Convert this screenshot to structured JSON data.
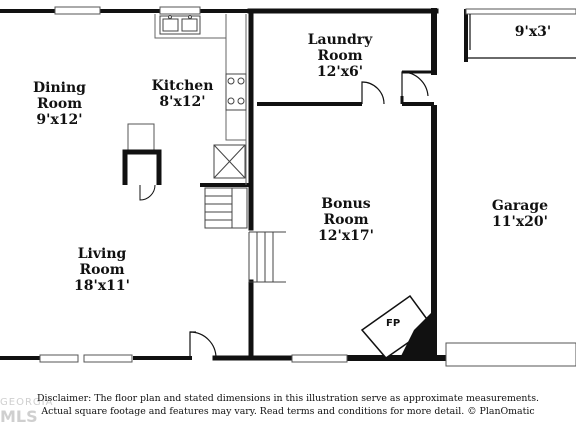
{
  "rooms": {
    "dining": {
      "name_line1": "Dining",
      "name_line2": "Room",
      "dims": "9'x12'"
    },
    "kitchen": {
      "name_line1": "Kitchen",
      "dims": "8'x12'"
    },
    "laundry": {
      "name_line1": "Laundry",
      "name_line2": "Room",
      "dims": "12'x6'"
    },
    "closet": {
      "dims": "9'x3'"
    },
    "bonus": {
      "name_line1": "Bonus",
      "name_line2": "Room",
      "dims": "12'x17'"
    },
    "garage": {
      "name_line1": "Garage",
      "dims": "11'x20'"
    },
    "living": {
      "name_line1": "Living",
      "name_line2": "Room",
      "dims": "18'x11'"
    }
  },
  "fireplace_label": "FP",
  "disclaimer": {
    "line1": "Disclaimer: The floor plan and stated dimensions in this illustration serve as approximate measurements.",
    "line2": "Actual square footage and features may vary. Read terms and conditions for more detail. © PlanOmatic"
  },
  "watermark": {
    "line1": "GEORGIA",
    "line2": "MLS"
  }
}
